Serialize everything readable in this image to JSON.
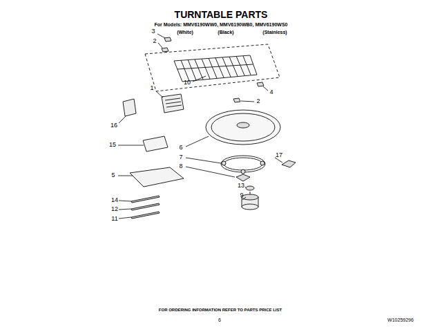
{
  "diagram": {
    "title": "TURNTABLE PARTS",
    "labels": [
      "For Models: MMV6190WW0, MMV6190WB0, MMV6190WS0",
      "(White)",
      "(Black)",
      "(Stainless)",
      "3",
      "2",
      "1",
      "10",
      "4",
      "2",
      "16",
      "15",
      "6",
      "7",
      "17",
      "8",
      "5",
      "13",
      "9",
      "14",
      "12",
      "11",
      "FOR ORDERING INFORMATION REFER TO PARTS PRICE LIST",
      "6",
      "W10259296"
    ]
  }
}
